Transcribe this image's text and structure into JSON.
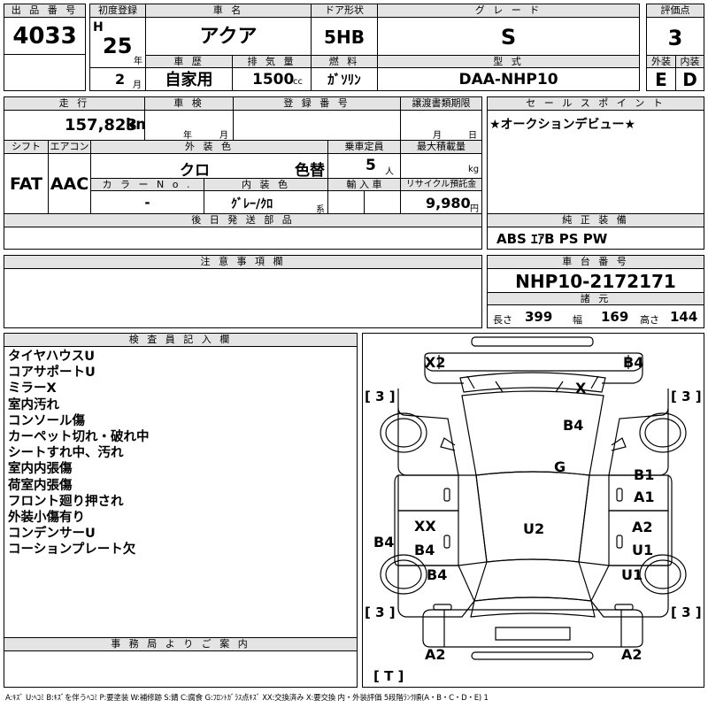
{
  "row1": {
    "lot_label": "出 品 番 号",
    "lot_value": "4033",
    "first_reg_label": "初度登録",
    "era": "H",
    "year": "25",
    "year_unit": "年",
    "month": "2",
    "month_unit": "月",
    "car_name_label": "車 名",
    "car_name": "アクア",
    "doors_label": "ドア形状",
    "doors": "5HB",
    "grade_label": "グ レ ー ド",
    "grade": "S",
    "score_label": "評価点",
    "score": "3",
    "history_label": "車 歴",
    "history": "自家用",
    "displacement_label": "排 気 量",
    "displacement": "1500",
    "displacement_unit": "cc",
    "fuel_label": "燃 料",
    "fuel": "ｶﾞｿﾘﾝ",
    "model_label": "型 式",
    "model": "DAA-NHP10",
    "exterior_label": "外装",
    "exterior": "E",
    "interior_label": "内装",
    "interior": "D"
  },
  "row2": {
    "mileage_label": "走 行",
    "mileage": "157,823",
    "mileage_unit": "km",
    "inspection_label": "車 検",
    "inspection_year_unit": "年",
    "inspection_month_unit": "月",
    "regno_label": "登 録 番 号",
    "doc_deadline_label": "譲渡書類期限",
    "doc_month_unit": "月",
    "doc_day_unit": "日",
    "sales_label": "セ ー ル ス ポ イ ン ト",
    "sales_text": "★オークションデビュー★",
    "shift_label": "シフト",
    "shift": "FAT",
    "ac_label": "エアコン",
    "ac": "AAC",
    "ext_color_label": "外 装 色",
    "ext_color": "クロ",
    "repaint": "色替",
    "capacity_label": "乗車定員",
    "capacity": "5",
    "capacity_unit": "人",
    "load_label": "最大積載量",
    "load_unit": "kg",
    "colorno_label": "カ ラ ー N o .",
    "colorno": "-",
    "int_color_label": "内 装 色",
    "int_color": "ｸﾞﾚｰ/ｸﾛ",
    "int_color_suffix": "系",
    "import_label": "輸 入 車",
    "recycle_label": "リサイクル預託金",
    "recycle": "9,980",
    "recycle_unit": "円",
    "later_label": "後 日 発 送 部 品",
    "equip_label": "純 正 装 備",
    "equip": "ABS ｴｱB PS PW"
  },
  "notes": {
    "caution_label": "注 意 事 項 欄"
  },
  "chassis": {
    "label": "車 台 番 号",
    "value": "NHP10-2172171",
    "spec_label": "諸 元",
    "length_label": "長さ",
    "length": "399",
    "width_label": "幅",
    "width": "169",
    "height_label": "高さ",
    "height": "144"
  },
  "inspector": {
    "label": "検 査 員 記 入 欄",
    "items": [
      "タイヤハウスU",
      "コアサポートU",
      "ミラーX",
      "室内汚れ",
      "コンソール傷",
      "カーペット切れ・破れ中",
      "シートすれ中、汚れ",
      "室内内張傷",
      "荷室内張傷",
      "フロント廻り押され",
      "外装小傷有り",
      "コンデンサーU",
      "コーションプレート欠"
    ]
  },
  "office": {
    "label": "事 務 局 よ り ご 案 内"
  },
  "diagram": {
    "tires": [
      "3",
      "3",
      "3",
      "3"
    ],
    "trunk": "T",
    "marks": [
      "X2",
      "B4",
      "X",
      "B4",
      "G",
      "B1",
      "A1",
      "B4",
      "XX",
      "B4",
      "U2",
      "A2",
      "U1",
      "B4",
      "U1",
      "A2",
      "A2"
    ]
  },
  "legend": "A:ｷｽﾞ U:ﾍｺﾐ B:ｷｽﾞを伴うﾍｺﾐ P:要塗装 W:補修跡 S:錆 C:腐食 G:ﾌﾛﾝﾄｶﾞﾗｽ点ｷｽﾞ XX:交換済み X:要交換 内・外装評価 5段階ﾗﾝｸ順(A・B・C・D・E) 1"
}
